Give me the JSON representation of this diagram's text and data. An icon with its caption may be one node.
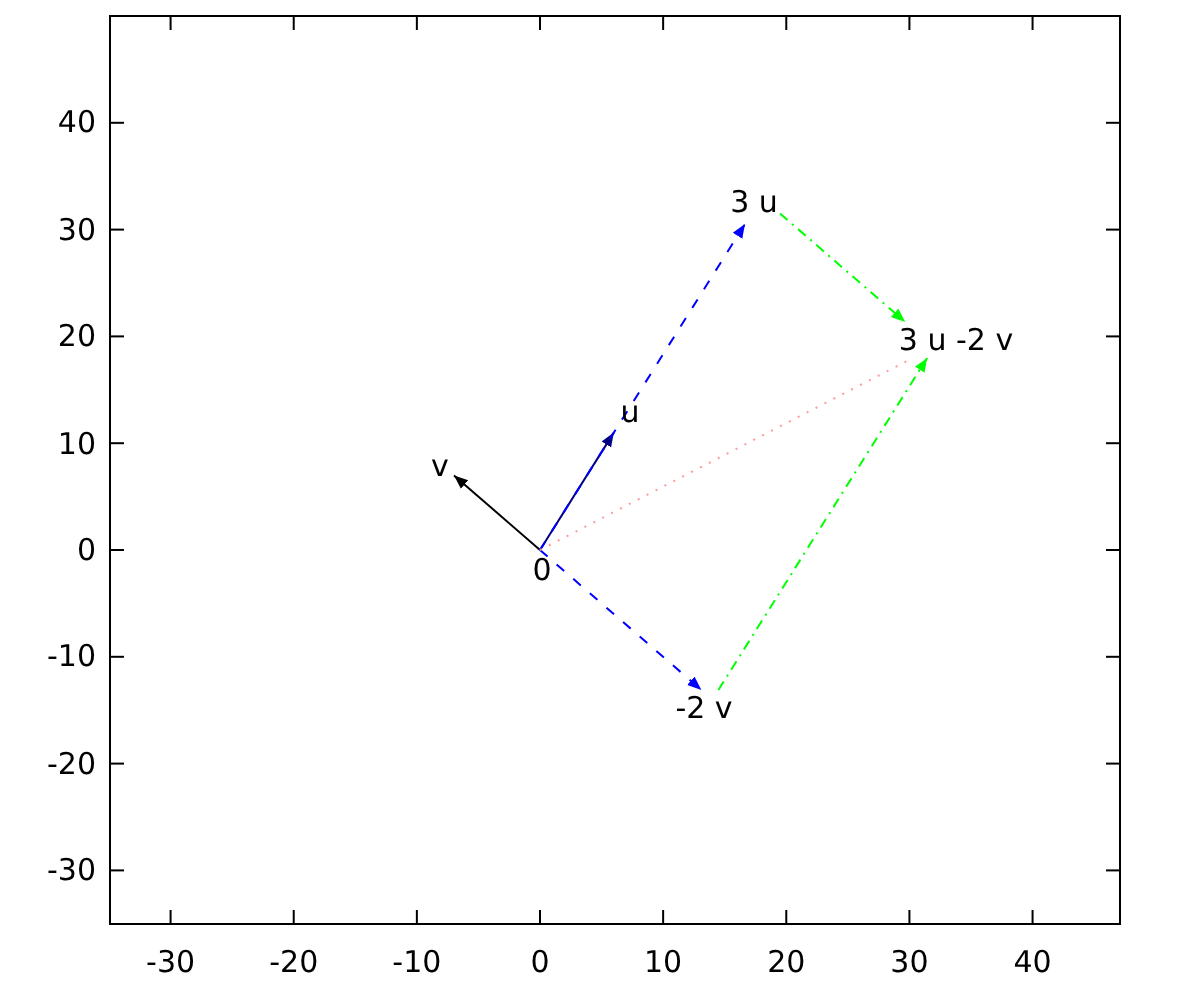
{
  "diagram": {
    "nodes": [
      {
        "text": [
          "3 u"
        ]
      },
      {
        "text": [
          "3 u -2 v"
        ]
      },
      {
        "text": [
          "u"
        ]
      },
      {
        "text": [
          "v"
        ]
      },
      {
        "text": [
          "0"
        ]
      },
      {
        "text": [
          "-2 v"
        ]
      }
    ],
    "edges": [
      {
        "from": 4,
        "to": 2,
        "arrow": "to",
        "color": "#000080"
      },
      {
        "from": 4,
        "to": 3,
        "arrow": "to",
        "color": "#000000"
      },
      {
        "from": 4,
        "to": 0,
        "arrow": "to",
        "style": "dashed",
        "color": "#0000ff"
      },
      {
        "from": 4,
        "to": 5,
        "arrow": "to",
        "style": "dashed",
        "color": "#0000ff"
      },
      {
        "from": 0,
        "to": 1,
        "arrow": "to",
        "style": "dashed",
        "color": "#00ff00"
      },
      {
        "from": 5,
        "to": 1,
        "arrow": "to",
        "style": "dashed",
        "color": "#00ff00"
      },
      {
        "from": 4,
        "to": 1,
        "arrow": "none",
        "style": "dashed",
        "color": "#ff9999"
      }
    ],
    "labels": [
      "40",
      "30",
      "20",
      "10",
      "0",
      "-10",
      "-20",
      "-30",
      "-30",
      "-20",
      "-10",
      "0",
      "10",
      "20",
      "30",
      "40"
    ]
  }
}
